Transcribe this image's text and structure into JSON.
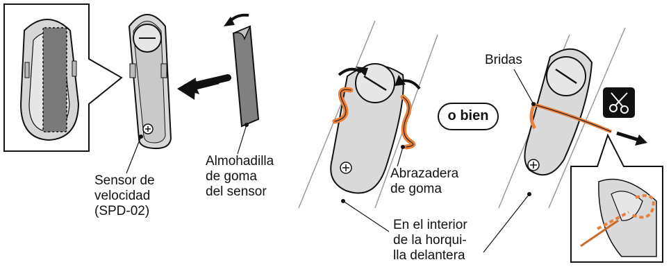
{
  "labels": {
    "sensor": [
      "Sensor de",
      "velocidad",
      "(SPD-02)"
    ],
    "pad": [
      "Almohadilla",
      "de goma",
      "del sensor"
    ],
    "rubber_band": [
      "Abrazadera",
      "de goma"
    ],
    "cable_ties": "Bridas",
    "fork_inside": [
      "En el interior",
      "de la horqui-",
      "lla delantera"
    ],
    "or": "o bien"
  },
  "icons": [
    "scissors-icon",
    "rotate-arrow-icon",
    "insert-arrow-icon",
    "cut-direction-arrow-icon"
  ],
  "colors": {
    "sensor_fill": "#d9d9d9",
    "pad_fill": "#808080",
    "band_orange": "#e8803a",
    "outline": "#111111",
    "fork_line": "#9a9a9a"
  }
}
